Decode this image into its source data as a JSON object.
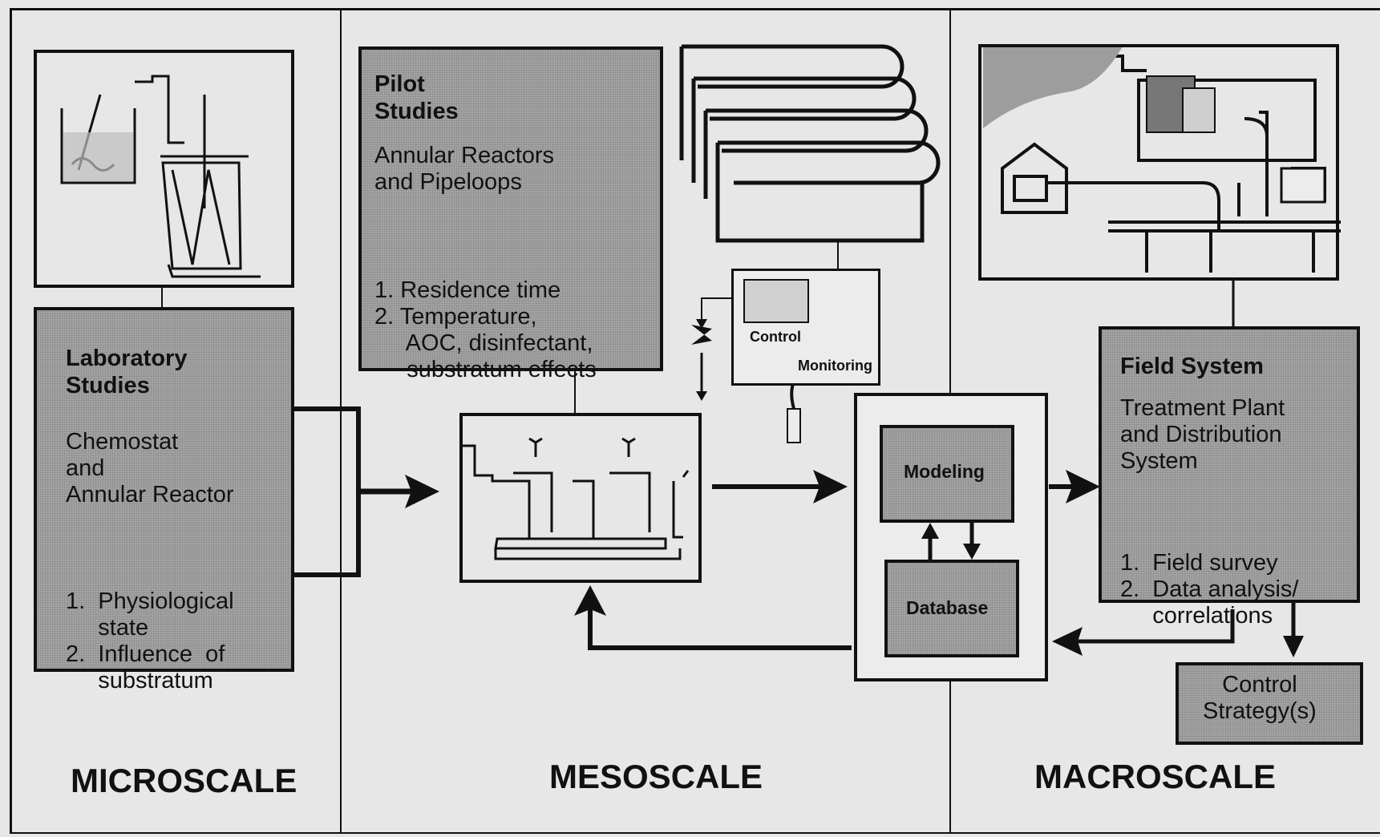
{
  "lab": {
    "title": [
      "Laboratory",
      "Studies"
    ],
    "body": [
      "Chemostat",
      "and",
      "Annular Reactor"
    ],
    "items": [
      "1.  Physiological",
      "     state",
      "2.  Influence  of",
      "     substratum"
    ]
  },
  "pilot": {
    "title": [
      "Pilot",
      "Studies"
    ],
    "body": [
      "Annular Reactors",
      "and Pipeloops"
    ],
    "items": [
      "1. Residence time",
      "2. Temperature,",
      "     AOC, disinfectant,",
      "     substratum effects"
    ]
  },
  "control_panel": {
    "control": "Control",
    "monitoring": "Monitoring"
  },
  "modeling": {
    "label": "Modeling"
  },
  "database": {
    "label": "Database"
  },
  "field": {
    "title": "Field System",
    "body": [
      "Treatment Plant",
      "and  Distribution",
      "System"
    ],
    "items": [
      "1.  Field survey",
      "2.  Data analysis/",
      "     correlations"
    ]
  },
  "control_strategy": {
    "lines": [
      "Control",
      "Strategy(s)"
    ]
  },
  "scales": {
    "micro": "MICROSCALE",
    "meso": "MESOSCALE",
    "macro": "MACROSCALE"
  }
}
